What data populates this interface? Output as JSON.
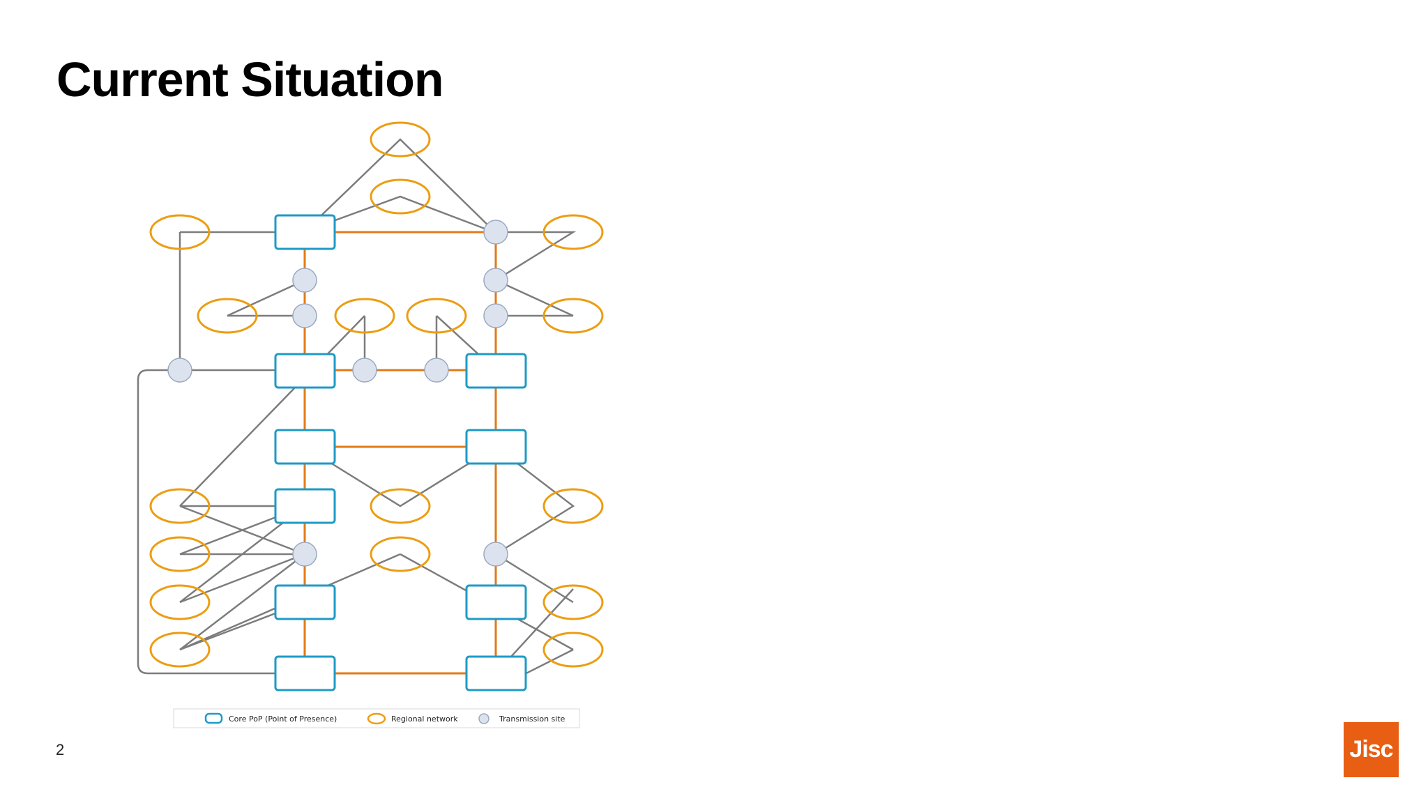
{
  "slide": {
    "title": "Current Situation",
    "page_number": "2",
    "logo_text": "Jisc"
  },
  "legend": {
    "core_pop": "Core PoP (Point of Presence)",
    "regional_network": "Regional network",
    "transmission_site": "Transmission site"
  },
  "colors": {
    "core_pop_border": "#1e9ac7",
    "regional_network_border": "#ec9d12",
    "backbone_line": "#e27a17",
    "link_line": "#7c7c7c",
    "transmission_fill": "#dde3ee",
    "logo_bg": "#e85e13"
  }
}
